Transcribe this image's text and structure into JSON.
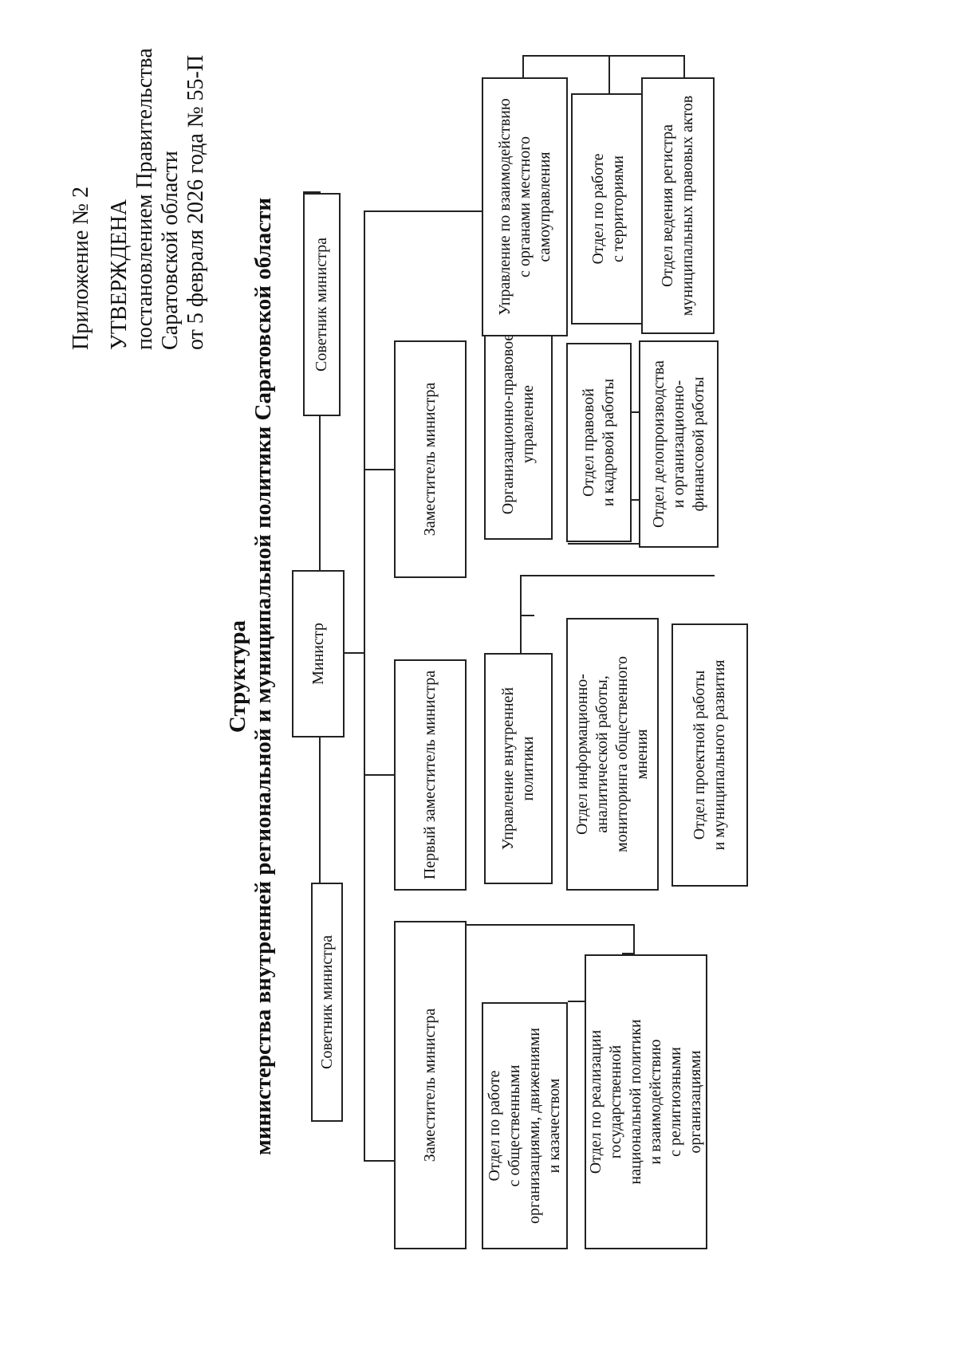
{
  "header": {
    "appendix": "Приложение № 2",
    "approved": "УТВЕРЖДЕНА",
    "decree_line1": "постановлением Правительства",
    "decree_line2": "Саратовской области",
    "decree_line3": "от 5 февраля 2026 года № 55-П"
  },
  "title": {
    "line1": "Структура",
    "line2": "министерства внутренней региональной и муниципальной политики Саратовской области"
  },
  "org": {
    "minister": "Министр",
    "advisor_left": "Советник министра",
    "advisor_right": "Советник министра",
    "deputies": [
      "Заместитель министра",
      "Первый заместитель министра",
      "Заместитель министра"
    ],
    "col1": [
      "Отдел по работе\nс общественными\nорганизациями, движениями\nи казачеством",
      "Отдел по реализации\nгосударственной\nнациональной политики\nи взаимодействию\nс религиозными\nорганизациями"
    ],
    "col2": [
      "Управление внутренней\nполитики",
      "Отдел информационно-\nаналитической работы,\nмониторинга общественного\nмнения",
      "Отдел проектной работы\nи муниципального развития"
    ],
    "col3": [
      "Организационно-правовое\nуправление",
      "Отдел правовой\nи кадровой работы",
      "Отдел делопроизводства\nи организационно-\nфинансовой работы"
    ],
    "col4": [
      "Управление по взаимодействию\nс органами местного\nсамоуправления",
      "Отдел по работе\nс территориями",
      "Отдел ведения регистра\nмуниципальных правовых актов"
    ]
  }
}
